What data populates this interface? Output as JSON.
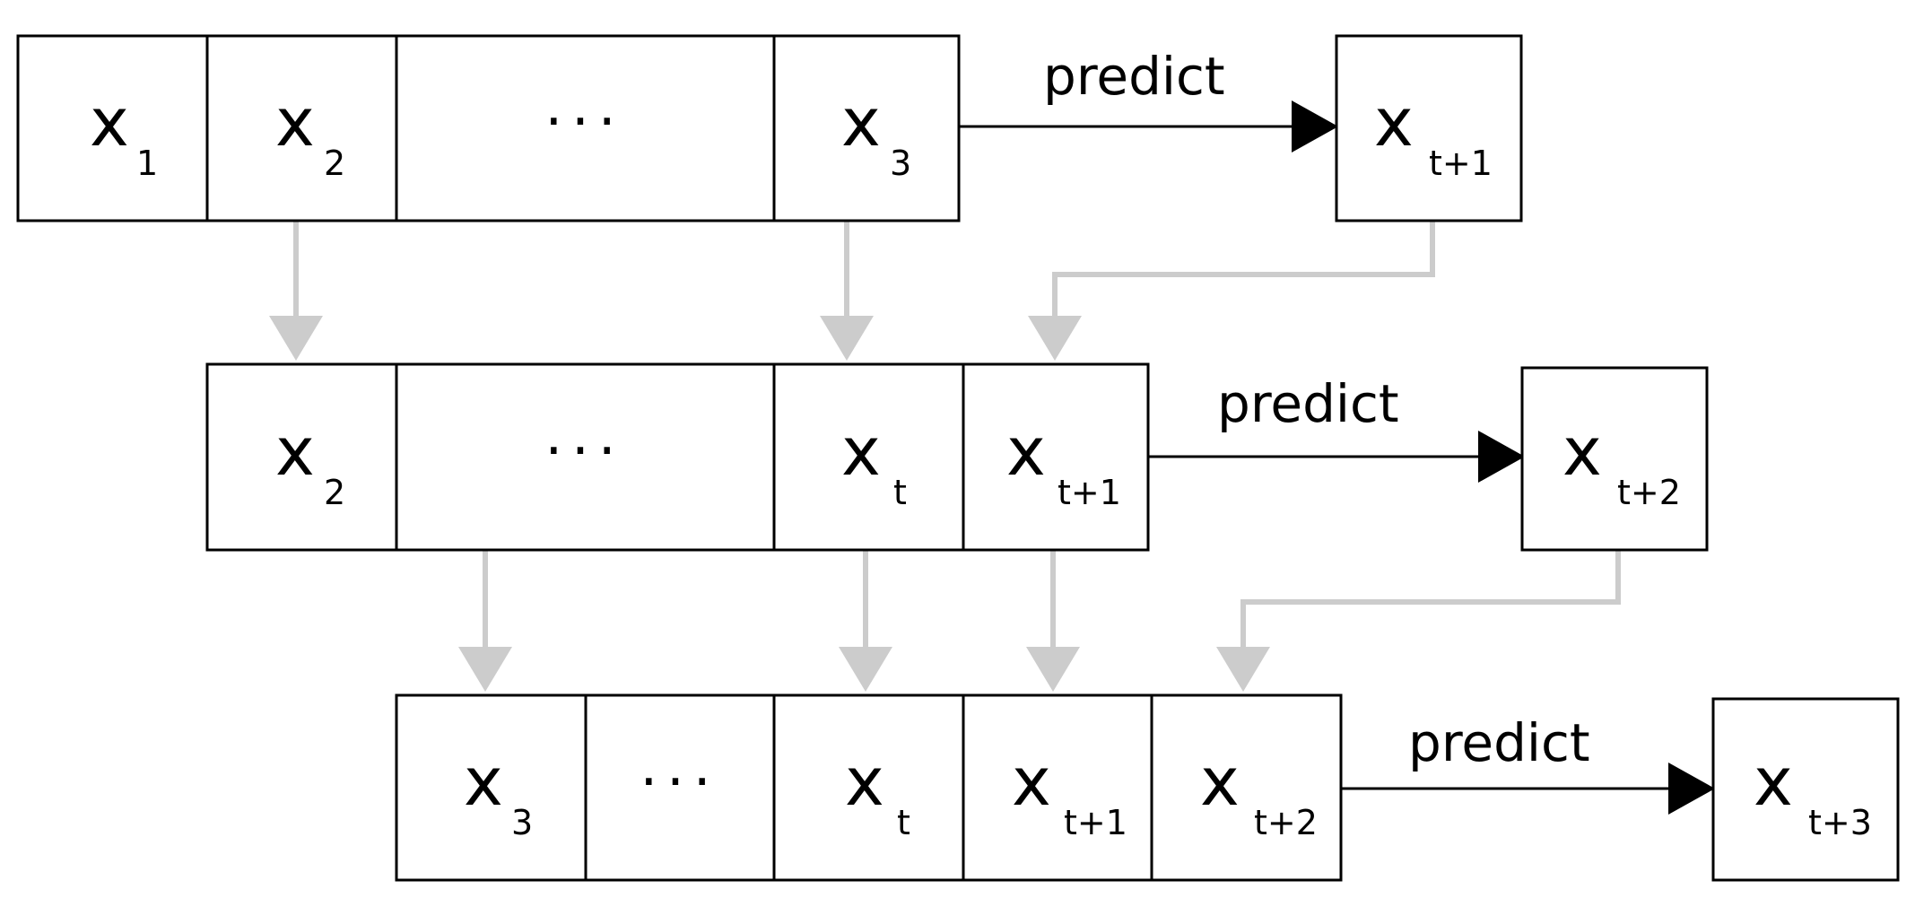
{
  "rows": [
    {
      "cells": [
        {
          "kind": "var",
          "main": "x",
          "sub": "1"
        },
        {
          "kind": "var",
          "main": "x",
          "sub": "2"
        },
        {
          "kind": "ellipsis",
          "text": "···"
        },
        {
          "kind": "var",
          "main": "x",
          "sub": "3"
        }
      ],
      "predict_label": "predict",
      "output": {
        "main": "x",
        "sub": "t+1"
      }
    },
    {
      "cells": [
        {
          "kind": "var",
          "main": "x",
          "sub": "2"
        },
        {
          "kind": "ellipsis",
          "text": "···"
        },
        {
          "kind": "var",
          "main": "x",
          "sub": "t"
        },
        {
          "kind": "var",
          "main": "x",
          "sub": "t+1"
        }
      ],
      "predict_label": "predict",
      "output": {
        "main": "x",
        "sub": "t+2"
      }
    },
    {
      "cells": [
        {
          "kind": "var",
          "main": "x",
          "sub": "3"
        },
        {
          "kind": "ellipsis",
          "text": "···"
        },
        {
          "kind": "var",
          "main": "x",
          "sub": "t"
        },
        {
          "kind": "var",
          "main": "x",
          "sub": "t+1"
        },
        {
          "kind": "var",
          "main": "x",
          "sub": "t+2"
        }
      ],
      "predict_label": "predict",
      "output": {
        "main": "x",
        "sub": "t+3"
      }
    }
  ],
  "colors": {
    "box_stroke": "#000000",
    "predict_arrow": "#000000",
    "shift_arrow": "#cccccc",
    "background": "#ffffff"
  }
}
